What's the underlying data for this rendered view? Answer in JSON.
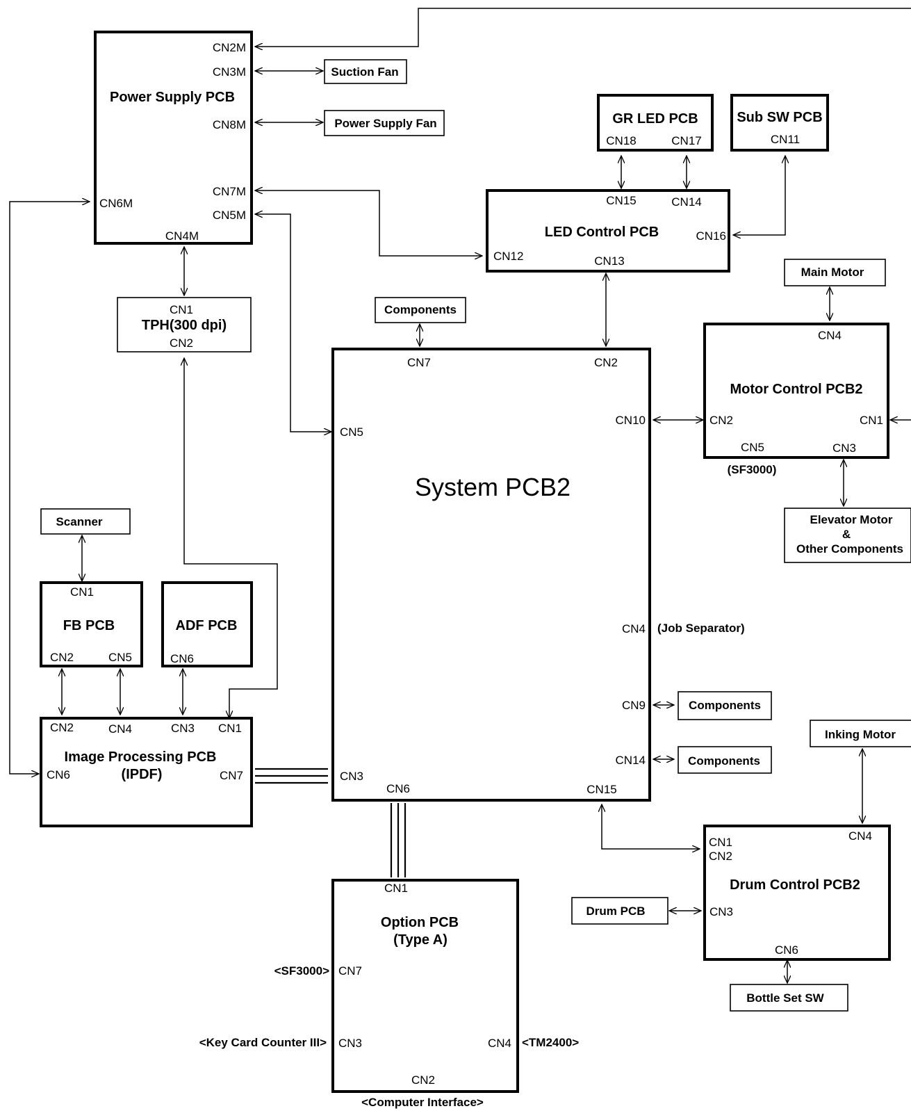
{
  "boards": {
    "power_supply": {
      "title": "Power Supply PCB",
      "cn2m": "CN2M",
      "cn3m": "CN3M",
      "cn8m": "CN8M",
      "cn7m": "CN7M",
      "cn5m": "CN5M",
      "cn6m": "CN6M",
      "cn4m": "CN4M"
    },
    "gr_led": {
      "title": "GR LED PCB",
      "cn18": "CN18",
      "cn17": "CN17"
    },
    "sub_sw": {
      "title": "Sub SW PCB",
      "cn11": "CN11"
    },
    "led_control": {
      "title": "LED Control PCB",
      "cn15": "CN15",
      "cn14": "CN14",
      "cn16": "CN16",
      "cn12": "CN12",
      "cn13": "CN13"
    },
    "tph": {
      "title": "TPH(300 dpi)",
      "cn1": "CN1",
      "cn2": "CN2"
    },
    "system": {
      "title": "System PCB2",
      "cn7": "CN7",
      "cn2": "CN2",
      "cn5": "CN5",
      "cn10": "CN10",
      "cn4": "CN4",
      "cn9": "CN9",
      "cn14": "CN14",
      "cn3": "CN3",
      "cn6": "CN6",
      "cn15": "CN15",
      "job_separator": "(Job Separator)"
    },
    "motor_control": {
      "title": "Motor Control PCB2",
      "cn4": "CN4",
      "cn2": "CN2",
      "cn1": "CN1",
      "cn5": "CN5",
      "cn3": "CN3",
      "note": "(SF3000)"
    },
    "fb": {
      "title": "FB PCB",
      "cn1": "CN1",
      "cn2": "CN2",
      "cn5": "CN5"
    },
    "adf": {
      "title": "ADF PCB",
      "cn6": "CN6"
    },
    "image_processing": {
      "title_line1": "Image Processing PCB",
      "title_line2": "(IPDF)",
      "cn2": "CN2",
      "cn4": "CN4",
      "cn3": "CN3",
      "cn1": "CN1",
      "cn6": "CN6",
      "cn7": "CN7"
    },
    "option": {
      "title_line1": "Option PCB",
      "title_line2": "(Type A)",
      "cn1": "CN1",
      "cn7": "CN7",
      "cn3": "CN3",
      "cn4": "CN4",
      "cn2": "CN2",
      "sf3000": "<SF3000>",
      "key_card": "<Key Card Counter III>",
      "tm2400": "<TM2400>",
      "computer_interface": "<Computer Interface>"
    },
    "drum_control": {
      "title": "Drum Control PCB2",
      "cn4": "CN4",
      "cn1": "CN1",
      "cn2": "CN2",
      "cn3": "CN3",
      "cn6": "CN6"
    }
  },
  "components": {
    "suction_fan": "Suction Fan",
    "power_supply_fan": "Power Supply Fan",
    "components_top": "Components",
    "main_motor": "Main Motor",
    "elevator_line1": "Elevator Motor",
    "elevator_line2": "&",
    "elevator_line3": "Other Components",
    "scanner": "Scanner",
    "components_cn9": "Components",
    "components_cn14": "Components",
    "inking_motor": "Inking Motor",
    "drum_pcb": "Drum PCB",
    "bottle_set_sw": "Bottle Set SW"
  }
}
